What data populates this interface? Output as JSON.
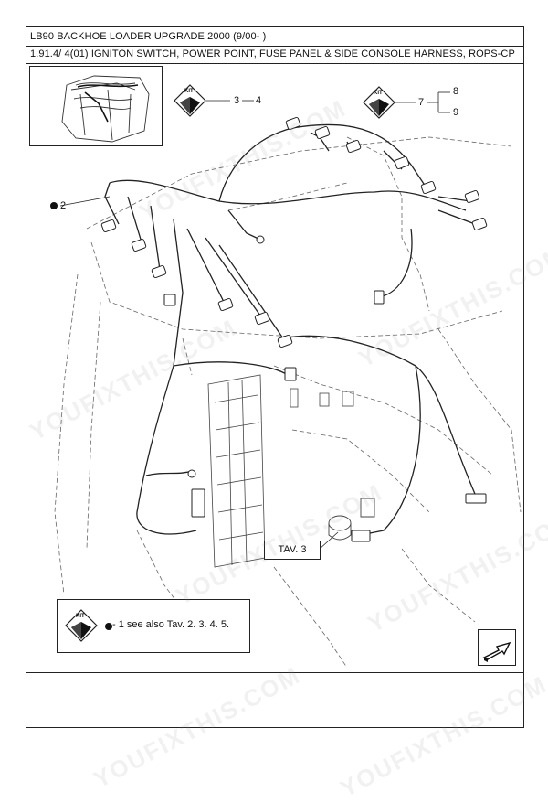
{
  "header": {
    "title": "LB90 BACKHOE LOADER UPGRADE 2000 (9/00- )",
    "subtitle": "1.91.4/ 4(01) IGNITON SWITCH, POWER POINT, FUSE PANEL & SIDE CONSOLE HARNESS, ROPS-CP"
  },
  "kits": [
    {
      "kit_label": "KIT",
      "ref": "3",
      "ref2": "4"
    },
    {
      "kit_label": "KIT",
      "ref": "7",
      "branch_top": "8",
      "branch_bottom": "9"
    }
  ],
  "callouts": {
    "harness_ref": "2",
    "tav_ref": "TAV. 3"
  },
  "legend": {
    "kit_label": "KIT",
    "note": "- 1 see also Tav. 2. 3. 4. 5."
  },
  "watermark": "YOUFIXTHIS.COM",
  "colors": {
    "line": "#222222",
    "dashed": "#555555"
  }
}
